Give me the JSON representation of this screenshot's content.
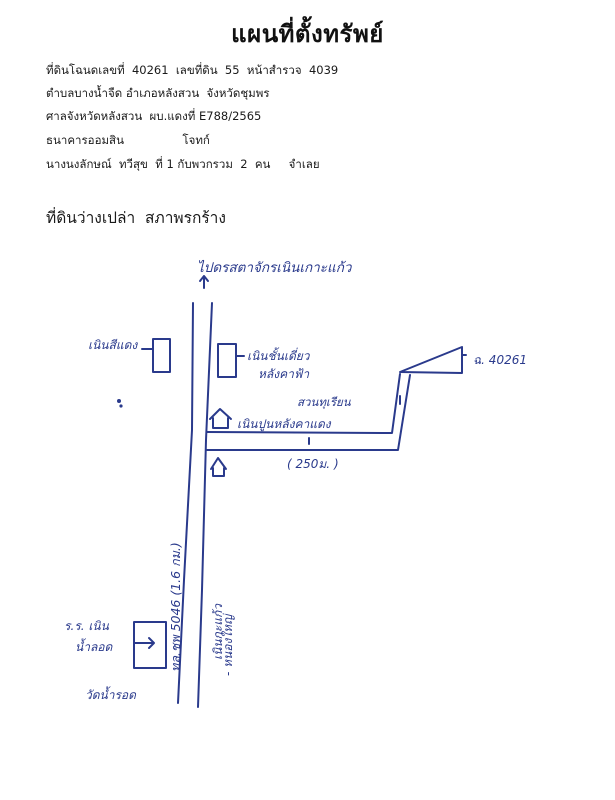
{
  "header": {
    "title": "แผนที่ตั้งทรัพย์",
    "lines": [
      "ที่ดินโฉนดเลขที่  40261  เลขที่ดิน  55  หน้าสำรวจ  4039",
      "ตำบลบางน้ำจืด อำเภอหลังสวน  จังหวัดชุมพร",
      "ศาลจังหวัดหลังสวน  ผบ.แดงที่ E788/2565",
      "ธนาคารออมสิน                โจทก์",
      "นางนงลักษณ์  ทวีสุข  ที่ 1 กับพวกรวม  2  คน     จำเลย"
    ],
    "land_status": "ที่ดินว่างเปล่า  สภาพรกร้าง"
  },
  "map": {
    "labels": {
      "north_direction": "ไปดรสตาจักรเนินเกาะแก้ว",
      "house_left": "เนินสีแดง",
      "house_right_1": "เนินชั้นเดี่ยว",
      "house_right_2": "หลังคาฟ้า",
      "garden": "สวนทุเรียน",
      "house_small": "เนินปูนหลังคาแดง",
      "plot": "ฉ. 40261",
      "distance": "( 250ม. )",
      "highway": "ทล.ชพ 5046  (1.6 กม.)",
      "road_side_1": "เนินกะแก้ว",
      "road_side_2": "- หนองใหญ่",
      "school_1": "ร.ร. เนิน",
      "school_2": "น้ำลอด",
      "temple": "วัดน้ำรอด"
    },
    "colors": {
      "ink": "#2a3a8c",
      "print": "#111111"
    }
  }
}
